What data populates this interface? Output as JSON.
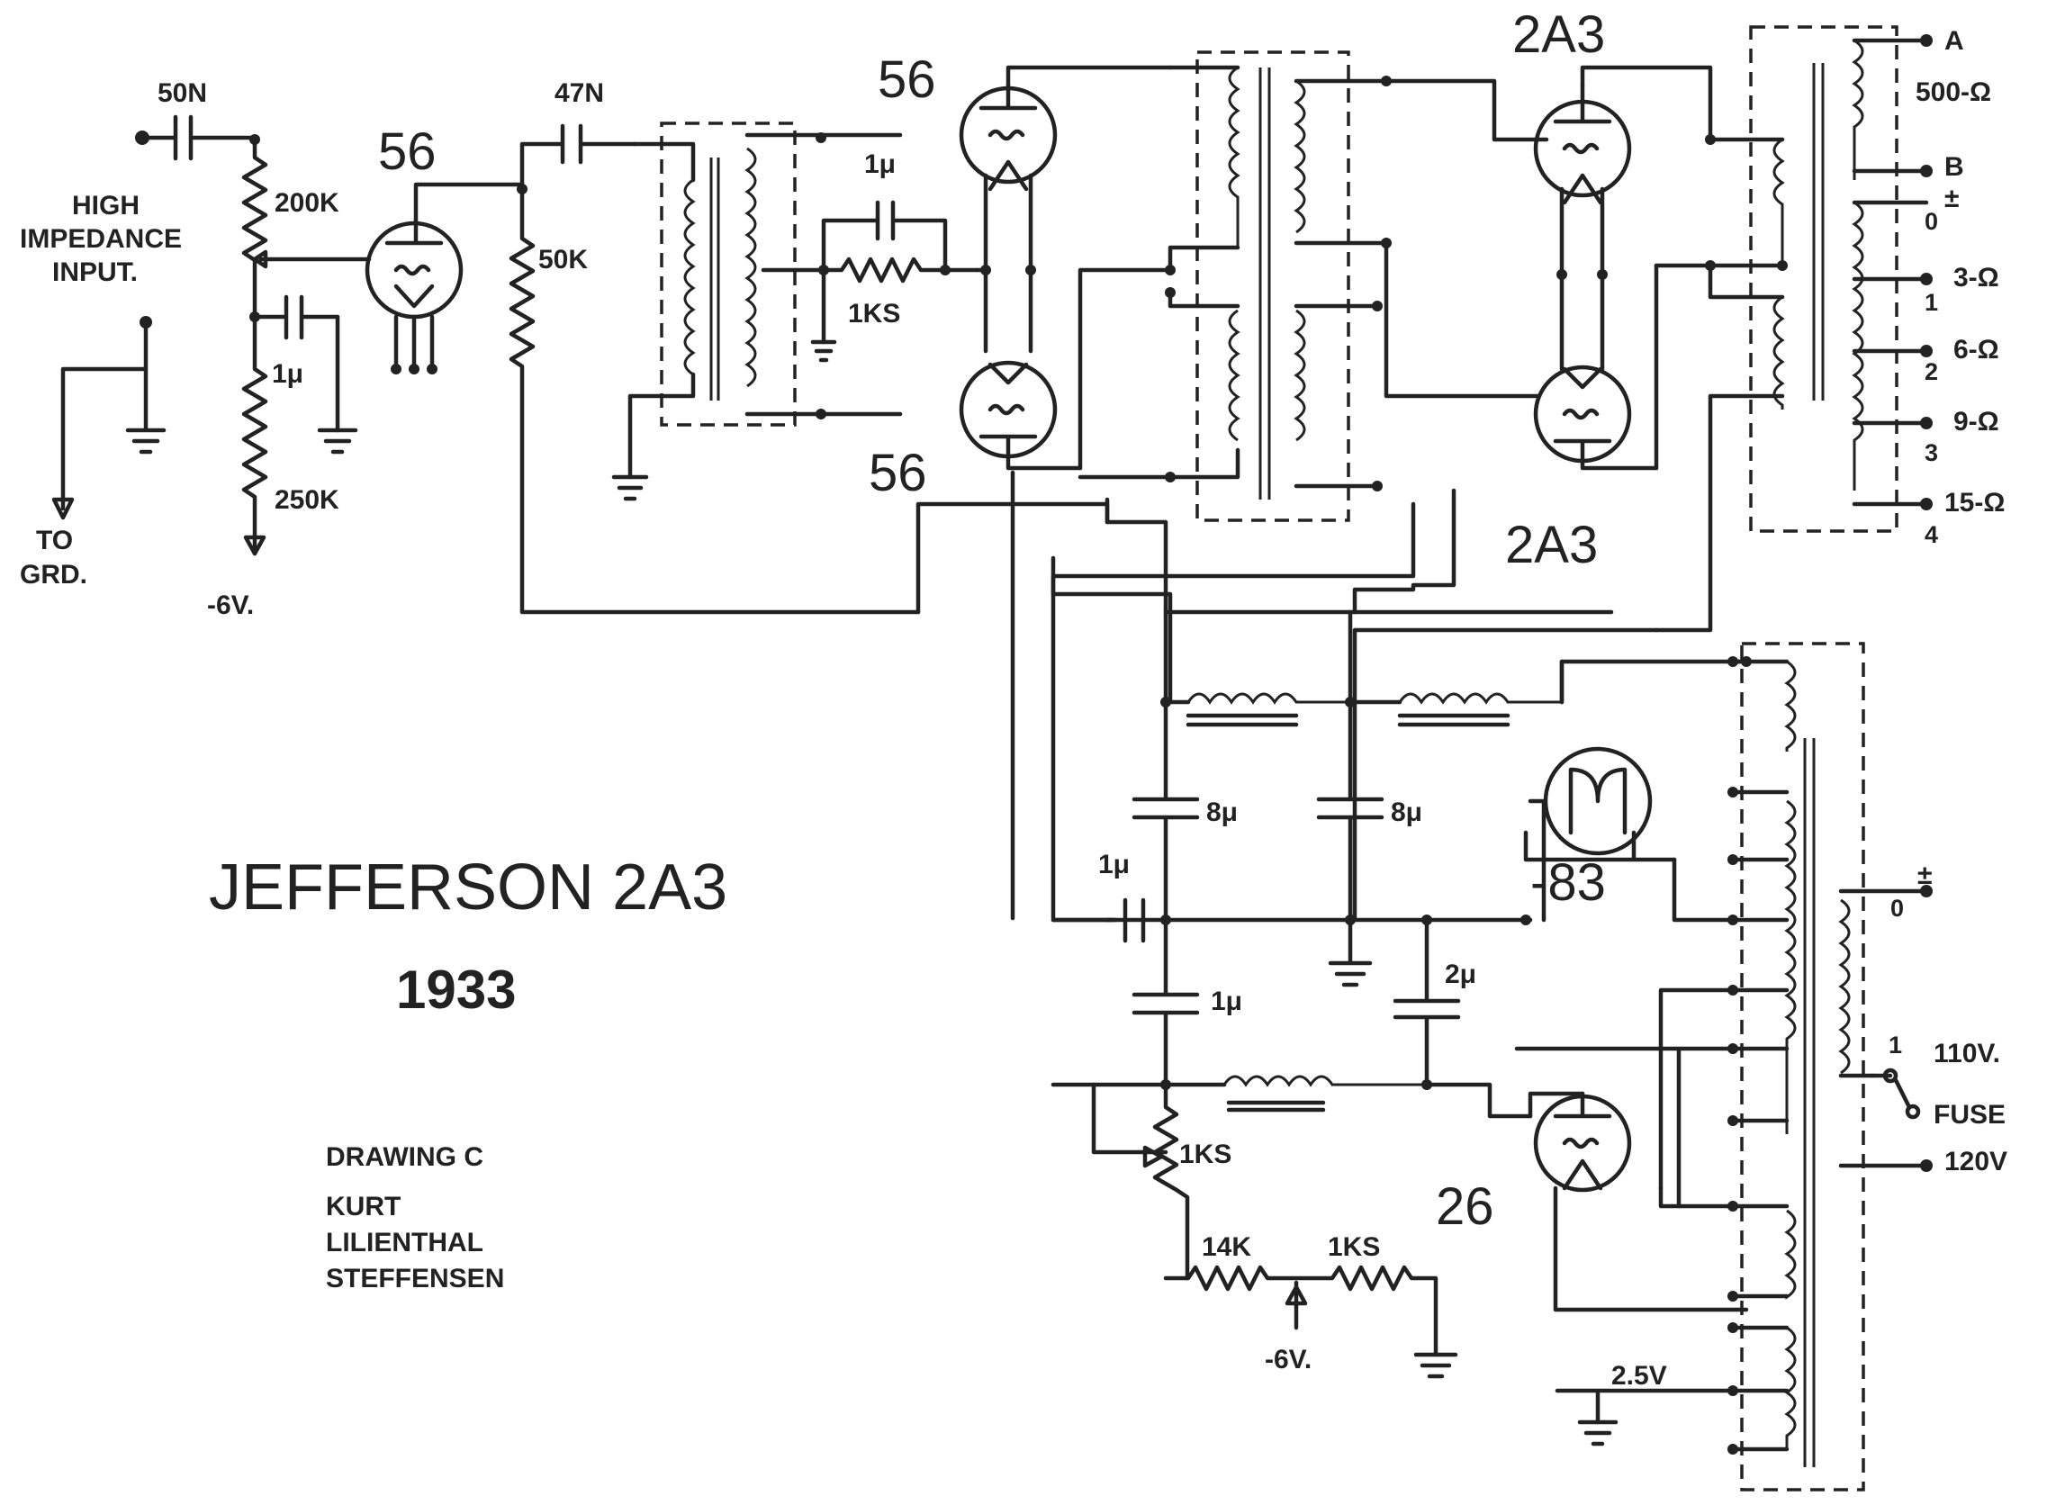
{
  "title": "JEFFERSON 2A3",
  "year": "1933",
  "credits": {
    "drawing": "DRAWING C",
    "line1": "KURT",
    "line2": "LILIENTHAL",
    "line3": "STEFFENSEN"
  },
  "input": {
    "line1": "HIGH",
    "line2": "IMPEDANCE",
    "line3": "INPUT.",
    "ground1": "TO",
    "ground2": "GRD."
  },
  "tubes": {
    "v1": "56",
    "v2": "56",
    "v3": "56",
    "v4": "2A3",
    "v5": "2A3",
    "rect": "-83",
    "v26": "26"
  },
  "components": {
    "c_in": "50N",
    "c_couple": "47N",
    "pot": "200K",
    "r_bias": "250K",
    "c_cath": "1μ",
    "r_plate": "50K",
    "c_cath2": "1μ",
    "r_cath2": "1KS",
    "bias1": "-6V.",
    "filt_c1": "8μ",
    "filt_c2": "8μ",
    "c_1u_a": "1μ",
    "c_1u_b": "1μ",
    "c_2u": "2μ",
    "r_1ks_a": "1KS",
    "r_14k": "14K",
    "r_1ks_b": "1KS",
    "bias2": "-6V.",
    "fil_v": "2.5V"
  },
  "output_taps": {
    "a": "A",
    "ohm500": "500-Ω",
    "b": "B",
    "pm": "±",
    "zero": "0",
    "ohm3": "3-Ω",
    "n1": "1",
    "ohm6": "6-Ω",
    "n2": "2",
    "ohm9": "9-Ω",
    "n3": "3",
    "ohm15": "15-Ω",
    "n4": "4"
  },
  "mains": {
    "pm": "±",
    "zero": "0",
    "one": "1",
    "v110": "110V.",
    "fuse": "FUSE",
    "v120": "120V"
  }
}
